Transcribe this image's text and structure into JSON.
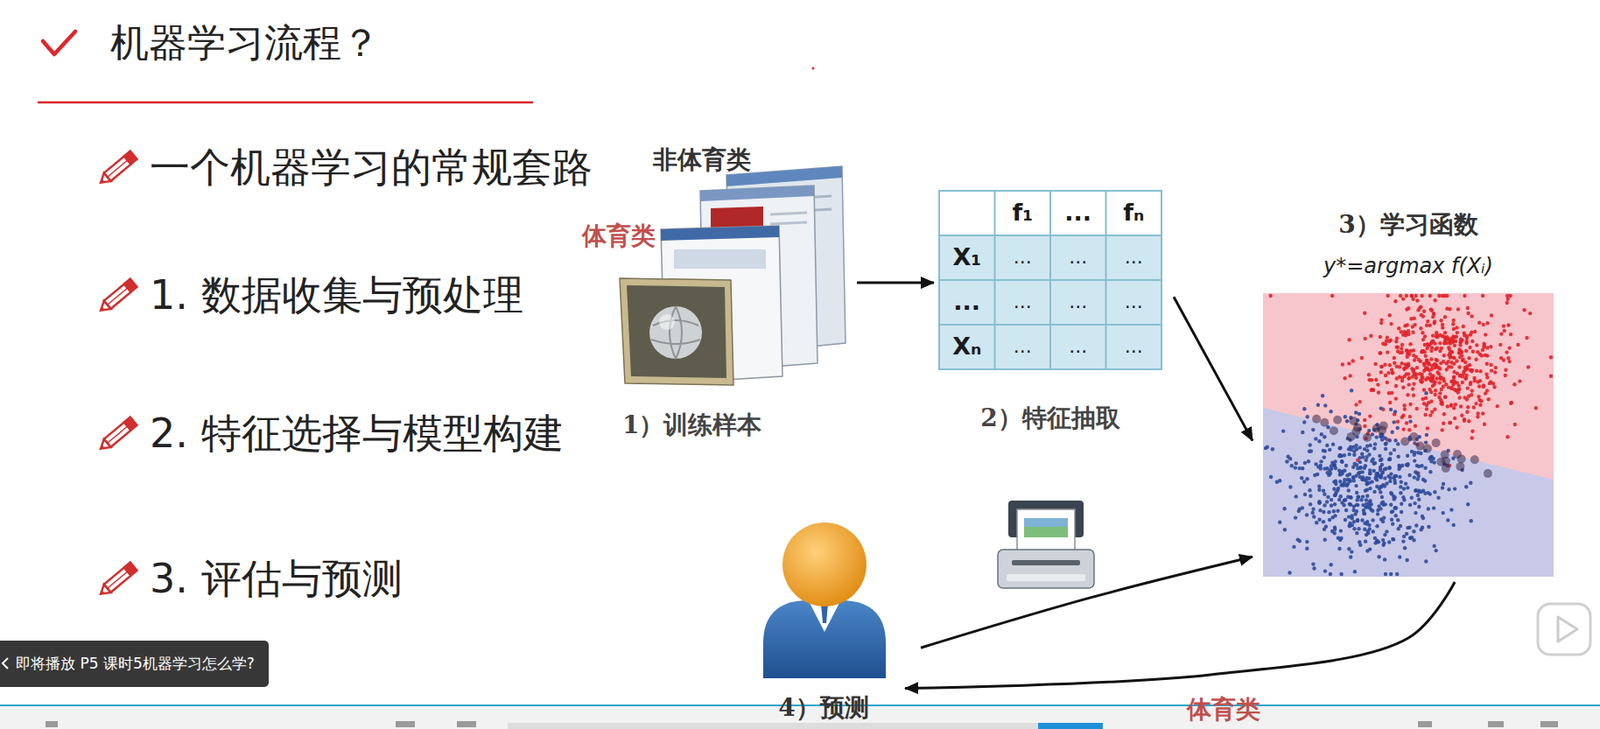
{
  "diagram": {
    "title": "机器学习流程？",
    "nodes": [
      {
        "text": [
          "非体育类",
          "体育类",
          "1）训练样本"
        ]
      },
      {
        "text": [
          "f₁",
          "...",
          "fₙ",
          "X₁",
          "...",
          "...",
          "...",
          "...",
          "...",
          "...",
          "...",
          "Xₙ",
          "...",
          "...",
          "...",
          "2）特征抽取"
        ]
      },
      {
        "text": [
          "3）学习函数",
          "y*=argmax f(Xᵢ)"
        ]
      },
      {
        "text": [
          "4）预测"
        ]
      },
      {
        "text": [
          "即将播放 P5 课时5机器学习怎么学?"
        ]
      }
    ],
    "edges": [
      {
        "from": 0,
        "to": 1,
        "arrow": "to"
      },
      {
        "from": 1,
        "to": 2,
        "arrow": "to"
      },
      {
        "from": 2,
        "to": 3,
        "arrow": "to",
        "label": "体育类"
      },
      {
        "from": 3,
        "to": 2,
        "arrow": "to"
      }
    ],
    "labels": [
      "一个机器学习的常规套路",
      "1. 数据收集与预处理",
      "2. 特征选择与模型构建",
      "3. 评估与预测"
    ]
  }
}
